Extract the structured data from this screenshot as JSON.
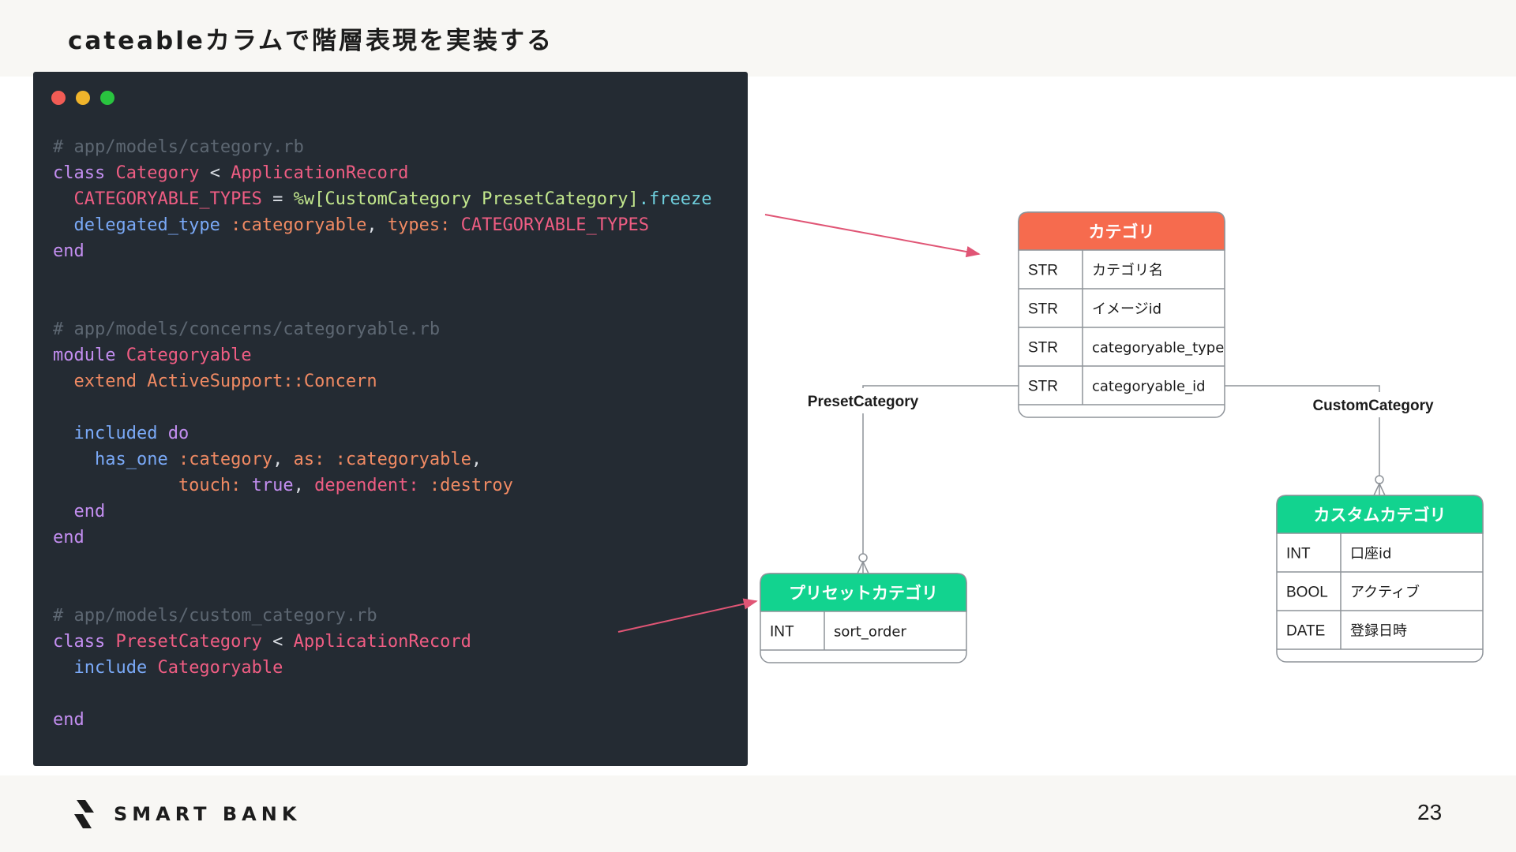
{
  "slide": {
    "title": "cateableカラムで階層表現を実装する",
    "page_number": "23",
    "logo_text": "SMART BANK"
  },
  "code": {
    "lines": [
      [
        {
          "t": "# app/models/category.rb",
          "c": "cm"
        }
      ],
      [
        {
          "t": "class ",
          "c": "kw"
        },
        {
          "t": "Category",
          "c": "cls"
        },
        {
          "t": " < ",
          "c": "txt"
        },
        {
          "t": "ApplicationRecord",
          "c": "cls"
        }
      ],
      [
        {
          "t": "  CATEGORYABLE_TYPES",
          "c": "con"
        },
        {
          "t": " = ",
          "c": "txt"
        },
        {
          "t": "%w[CustomCategory PresetCategory]",
          "c": "grn"
        },
        {
          "t": ".freeze",
          "c": "cy"
        }
      ],
      [
        {
          "t": "  delegated_type",
          "c": "fn"
        },
        {
          "t": " :categoryable",
          "c": "sym"
        },
        {
          "t": ", ",
          "c": "txt"
        },
        {
          "t": "types: ",
          "c": "sym"
        },
        {
          "t": "CATEGORYABLE_TYPES",
          "c": "con"
        }
      ],
      [
        {
          "t": "end",
          "c": "kw"
        }
      ],
      [],
      [],
      [
        {
          "t": "# app/models/concerns/categoryable.rb",
          "c": "cm"
        }
      ],
      [
        {
          "t": "module ",
          "c": "kw"
        },
        {
          "t": "Categoryable",
          "c": "cls"
        }
      ],
      [
        {
          "t": "  extend ",
          "c": "sym"
        },
        {
          "t": "ActiveSupport::Concern",
          "c": "sym"
        }
      ],
      [],
      [
        {
          "t": "  included ",
          "c": "fn"
        },
        {
          "t": "do",
          "c": "kw"
        }
      ],
      [
        {
          "t": "    has_one ",
          "c": "fn"
        },
        {
          "t": ":category",
          "c": "sym"
        },
        {
          "t": ", ",
          "c": "txt"
        },
        {
          "t": "as: ",
          "c": "sym"
        },
        {
          "t": ":categoryable",
          "c": "sym"
        },
        {
          "t": ",",
          "c": "txt"
        }
      ],
      [
        {
          "t": "            touch: ",
          "c": "sym"
        },
        {
          "t": "true",
          "c": "pu"
        },
        {
          "t": ", ",
          "c": "txt"
        },
        {
          "t": "dependent: ",
          "c": "cls"
        },
        {
          "t": ":destroy",
          "c": "sym"
        }
      ],
      [
        {
          "t": "  end",
          "c": "kw"
        }
      ],
      [
        {
          "t": "end",
          "c": "kw"
        }
      ],
      [],
      [],
      [
        {
          "t": "# app/models/custom_category.rb",
          "c": "cm"
        }
      ],
      [
        {
          "t": "class ",
          "c": "kw"
        },
        {
          "t": "PresetCategory",
          "c": "cls"
        },
        {
          "t": " < ",
          "c": "txt"
        },
        {
          "t": "ApplicationRecord",
          "c": "cls"
        }
      ],
      [
        {
          "t": "  include ",
          "c": "fn"
        },
        {
          "t": "Categoryable",
          "c": "cls"
        }
      ],
      [],
      [
        {
          "t": "end",
          "c": "kw"
        }
      ]
    ]
  },
  "diagram": {
    "colors": {
      "header_red": "#f66b4e",
      "header_green": "#12d38f",
      "border": "#8e9399",
      "arrow": "#e05575"
    },
    "category": {
      "title": "カテゴリ",
      "rows": [
        [
          "STR",
          "カテゴリ名"
        ],
        [
          "STR",
          "イメージid"
        ],
        [
          "STR",
          "categoryable_type"
        ],
        [
          "STR",
          "categoryable_id"
        ]
      ]
    },
    "preset": {
      "title": "プリセットカテゴリ",
      "rows": [
        [
          "INT",
          "sort_order"
        ]
      ]
    },
    "custom": {
      "title": "カスタムカテゴリ",
      "rows": [
        [
          "INT",
          "口座id"
        ],
        [
          "BOOL",
          "アクティブ"
        ],
        [
          "DATE",
          "登録日時"
        ]
      ]
    },
    "labels": {
      "preset": "PresetCategory",
      "custom": "CustomCategory"
    }
  }
}
